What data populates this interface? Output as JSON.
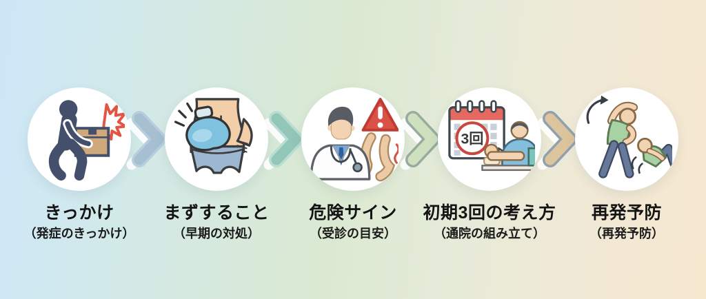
{
  "steps": [
    {
      "title": "きっかけ",
      "subtitle": "（発症のきっかけ）",
      "icon": "person-lifting-box-icon"
    },
    {
      "title": "まずすること",
      "subtitle": "（早期の対処）",
      "icon": "ice-pack-on-lower-back-icon"
    },
    {
      "title": "危険サイン",
      "subtitle": "（受診の目安）",
      "icon": "doctor-warning-legs-icon"
    },
    {
      "title": "初期3回の考え方",
      "subtitle": "（通院の組み立て）",
      "icon": "calendar-treatment-icon",
      "icon_text": "3回"
    },
    {
      "title": "再発予防",
      "subtitle": "（再発予防）",
      "icon": "stretching-exercise-icon"
    }
  ],
  "arrows": [
    {
      "fill": "#a6c0d2",
      "outline": "#b9cedd"
    },
    {
      "fill": "#92c7b8",
      "outline": "#b9ddd2"
    },
    {
      "fill": "#cfe0bf",
      "outline": "#97ab9f"
    },
    {
      "fill": "#dcc49c",
      "outline": "#91a0ad"
    }
  ],
  "colors": {
    "background_left": "#cde7f8",
    "background_middle": "#dbe9d2",
    "background_right": "#f7e7cf",
    "circle_background": "#ffffff",
    "text": "#141414",
    "figure_slate": "#44506b",
    "box_tan": "#cfa87b",
    "pain_flash_red": "#e25544",
    "skin_tone": "#f2cfa8",
    "ice_pack_blue": "#7fc2e0",
    "underwear_blue": "#9db7d2",
    "warning_red": "#da5247",
    "calendar_header_red": "#e4695e",
    "calendar_circle_red": "#c8473f",
    "scrub_blue": "#85bedd",
    "shirt_green": "#a9d2a4",
    "pants_blue": "#66799b",
    "table_teal": "#7cc4ba"
  }
}
